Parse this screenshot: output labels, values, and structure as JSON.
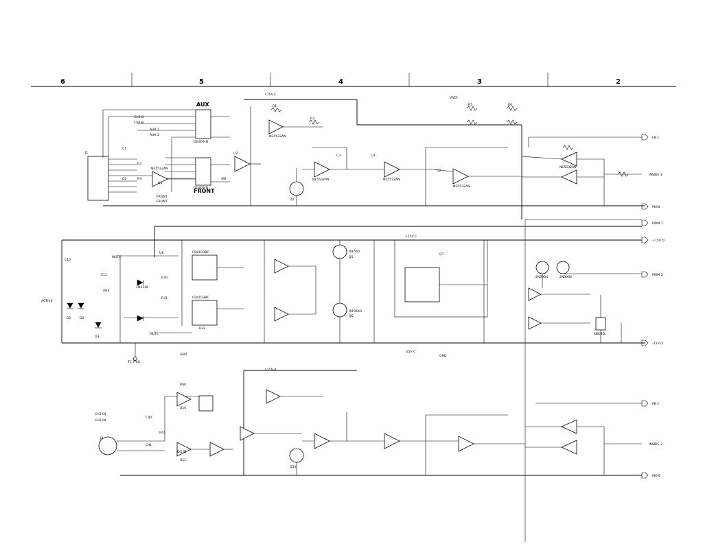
{
  "zones": [
    "6",
    "5",
    "4",
    "3",
    "2"
  ],
  "section_labels": {
    "aux": "AUX",
    "front": "FRONT"
  },
  "chips": {
    "u_aux": "DG409-N",
    "u_front": "DG409-N",
    "u_relay": "CD4013BC",
    "u_relay2": "CD4013BC",
    "u_bridge": "KBU8D"
  },
  "ports": {
    "left_top": [
      "CH1-B",
      "CH2-B"
    ],
    "left_top2": [
      "AUX 1",
      "AUX 2"
    ],
    "left_mid": [
      "GND",
      "SW",
      "FRONT",
      "FRONT",
      "DG IN",
      "GND"
    ],
    "left_bottom": [
      "CH1-IN",
      "CH2-IN"
    ],
    "mid_left": [
      "MUTE",
      "ACTIVE",
      "TC TRIG",
      "MUTE",
      "AUX"
    ],
    "right": [
      {
        "label": "FB 1",
        "kind": "out"
      },
      {
        "label": "MON",
        "kind": "out"
      },
      {
        "label": "PWM 1",
        "kind": "out"
      },
      {
        "label": "+15V D",
        "kind": "out"
      },
      {
        "label": "PWM 2",
        "kind": "out"
      },
      {
        "label": "-15V D",
        "kind": "out"
      },
      {
        "label": "FB 2",
        "kind": "out"
      },
      {
        "label": "MON",
        "kind": "out"
      }
    ],
    "top_rails": [
      "+15V C",
      "+15V C",
      "-15V C",
      "VREF",
      "+15V A"
    ],
    "right_amp": [
      "INSIDE 1",
      "INSIDE 2"
    ]
  },
  "parts_top": [
    "R1",
    "R2",
    "R3",
    "R4",
    "R5",
    "R6",
    "C1",
    "C2",
    "C3",
    "C4",
    "U1",
    "U2",
    "J1",
    "Q1",
    "Q2"
  ],
  "parts_mid": [
    "R30",
    "R31",
    "R32",
    "C10",
    "C11",
    "D1",
    "D2",
    "D3",
    "Q5",
    "Q6",
    "Q7",
    "U6"
  ],
  "parts_bottom": [
    "R60",
    "R61",
    "C40",
    "C41",
    "J2",
    "U10",
    "U11",
    "Q10"
  ],
  "opamps": [
    "NE5532AN",
    "NE5532AN",
    "NE5532AN",
    "NE5532AN",
    "NE5532AN",
    "NE5532AN"
  ],
  "ics": [
    "IRF540",
    "IRF9540",
    "2N3904",
    "2N3906",
    "1N4148"
  ]
}
